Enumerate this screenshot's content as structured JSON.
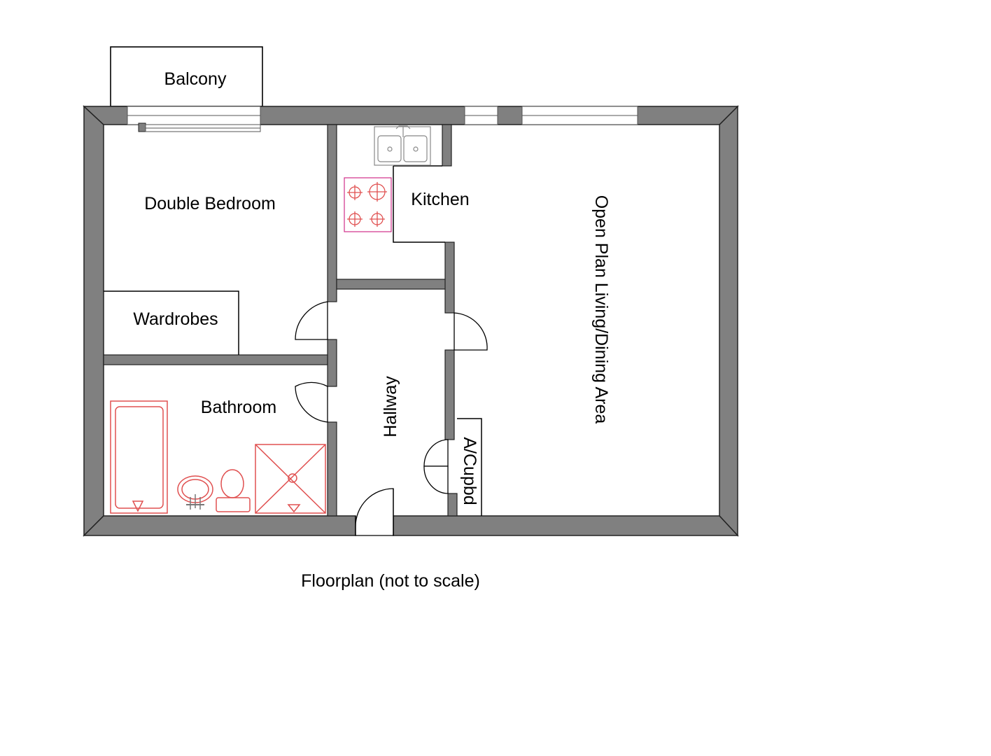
{
  "rooms": {
    "balcony": "Balcony",
    "double_bedroom": "Double Bedroom",
    "kitchen": "Kitchen",
    "living_dining": "Open Plan Living/Dining Area",
    "wardrobes": "Wardrobes",
    "bathroom": "Bathroom",
    "hallway": "Hallway",
    "airing_cupboard": "A/Cupbd"
  },
  "caption": "Floorplan (not to scale)",
  "colors": {
    "wall": "#808080",
    "bathroom_fixtures": "#e05050",
    "hob_outline": "#d0308a"
  }
}
